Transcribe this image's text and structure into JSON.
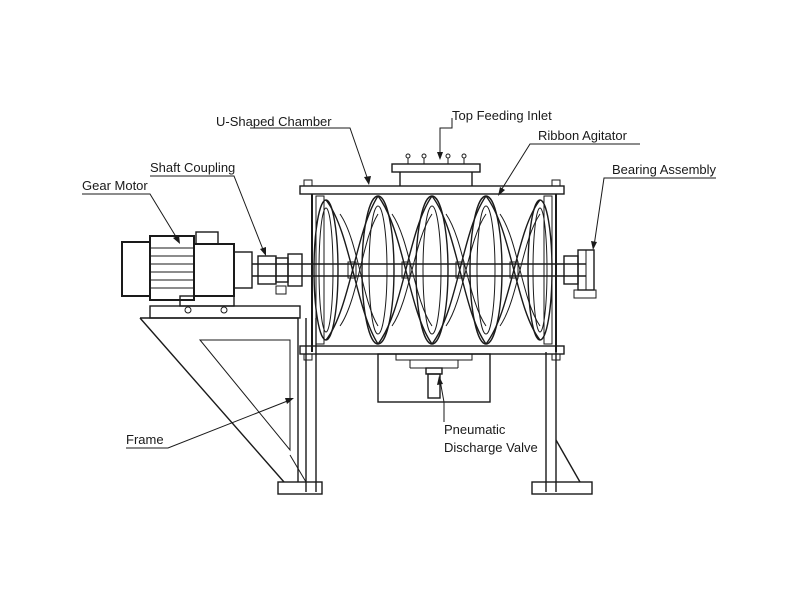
{
  "labels": {
    "top_feeding_inlet": "Top Feeding Inlet",
    "u_shaped_chamber": "U-Shaped Chamber",
    "ribbon_agitator": "Ribbon Agitator",
    "shaft_coupling": "Shaft Coupling",
    "bearing_assembly": "Bearing Assembly",
    "gear_motor": "Gear Motor",
    "frame": "Frame",
    "pneumatic_line1": "Pneumatic",
    "pneumatic_line2": "Discharge Valve"
  }
}
